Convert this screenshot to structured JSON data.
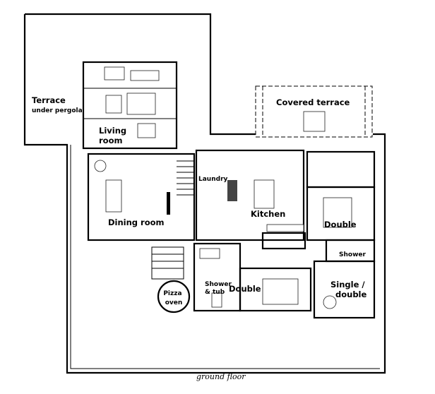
{
  "plan": {
    "caption": "ground floor",
    "rooms": {
      "terrace": [
        "Terrace",
        "under pergola"
      ],
      "living_room": [
        "Living",
        "room"
      ],
      "covered_terrace": "Covered terrace",
      "laundry": "Laundry",
      "dining_room": "Dining room",
      "kitchen": "Kitchen",
      "double_right": "Double",
      "shower": "Shower",
      "pizza_oven": [
        "Pizza",
        "oven"
      ],
      "shower_tub": [
        "Shower",
        "& tub"
      ],
      "double_bottom": "Double",
      "single_double": [
        "Single /",
        "double"
      ]
    }
  }
}
